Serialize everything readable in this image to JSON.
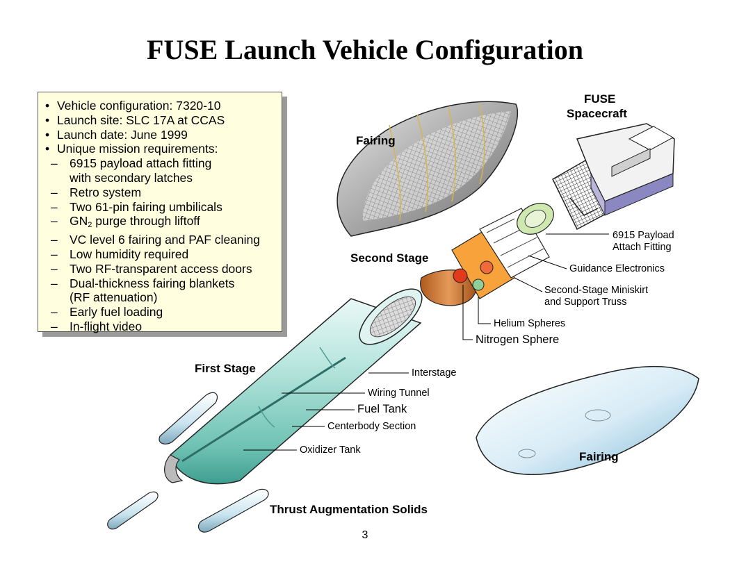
{
  "title": "FUSE Launch Vehicle Configuration",
  "info": {
    "bullets": [
      "Vehicle configuration: 7320-10",
      "Launch site: SLC 17A at CCAS",
      "Launch date: June 1999",
      "Unique mission requirements:"
    ],
    "requirements": {
      "r1a": "6915 payload attach fitting",
      "r1b": "with secondary latches",
      "r2": "Retro system",
      "r3": "Two 61-pin fairing umbilicals",
      "r4_pre": "GN",
      "r4_sub": "2",
      "r4_post": " purge through liftoff",
      "r5": "VC level 6 fairing and PAF cleaning",
      "r6": "Low humidity required",
      "r7": "Two RF-transparent access doors",
      "r8a": "Dual-thickness fairing blankets",
      "r8b": "(RF attenuation)",
      "r9": "Early fuel loading",
      "r10": "In-flight video"
    },
    "dash": "–"
  },
  "labels": {
    "fuse_spacecraft_1": "FUSE",
    "fuse_spacecraft_2": "Spacecraft",
    "fairing_top": "Fairing",
    "fairing_bottom": "Fairing",
    "second_stage": "Second Stage",
    "first_stage": "First Stage",
    "thrust_solids": "Thrust Augmentation Solids",
    "payload_fitting_1": "6915 Payload",
    "payload_fitting_2": "Attach Fitting",
    "guidance": "Guidance Electronics",
    "miniskirt_1": "Second-Stage Miniskirt",
    "miniskirt_2": "and Support Truss",
    "helium": "Helium Spheres",
    "nitrogen": "Nitrogen Sphere",
    "interstage": "Interstage",
    "wiring_tunnel": "Wiring Tunnel",
    "fuel_tank": "Fuel Tank",
    "centerbody": "Centerbody Section",
    "oxidizer": "Oxidizer Tank"
  },
  "page_number": "3"
}
